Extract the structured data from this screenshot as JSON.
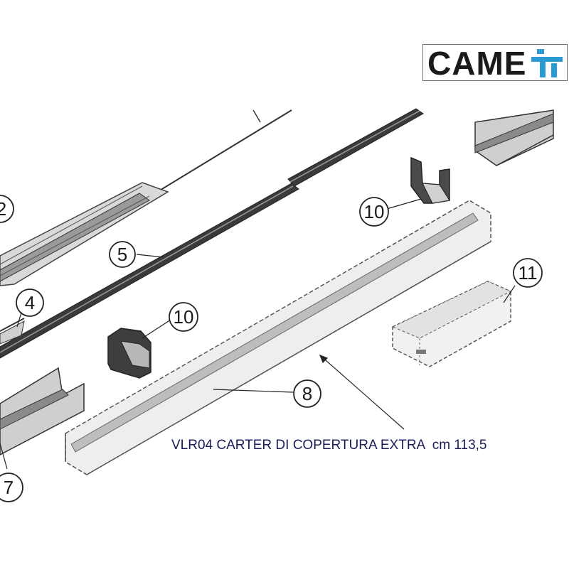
{
  "brand": {
    "name": "CAME",
    "accent": "#2b9bd3"
  },
  "caption": "VLR04 CARTER DI COPERTURA EXTRA  cm 113,5",
  "callouts": [
    "2",
    "4",
    "5",
    "7",
    "8",
    "10",
    "10",
    "11"
  ],
  "icons": [
    "came-logo-mark-icon"
  ]
}
